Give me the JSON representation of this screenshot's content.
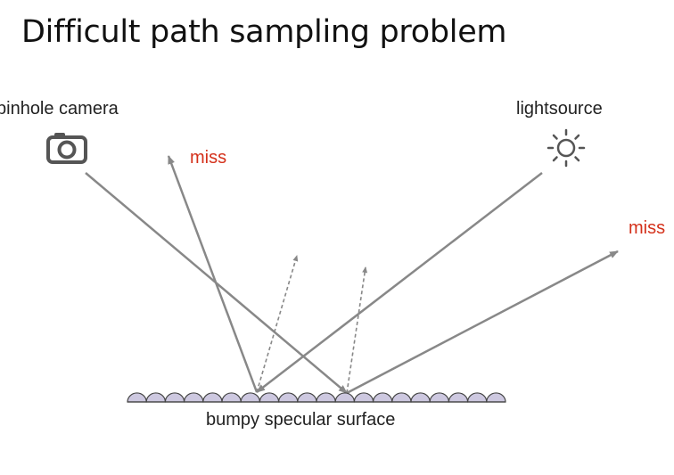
{
  "slide": {
    "title": "Difficult path sampling problem"
  },
  "labels": {
    "camera": "pinhole camera",
    "light": "lightsource",
    "surface": "bumpy specular surface",
    "miss_left": "miss",
    "miss_right": "miss"
  },
  "icons": {
    "camera": "camera-icon",
    "light": "sun-icon"
  },
  "colors": {
    "ray": "#888888",
    "miss_text": "#d4301a",
    "bump_fill": "#cdc8e0",
    "bump_stroke": "#444444",
    "icon": "#555555"
  }
}
